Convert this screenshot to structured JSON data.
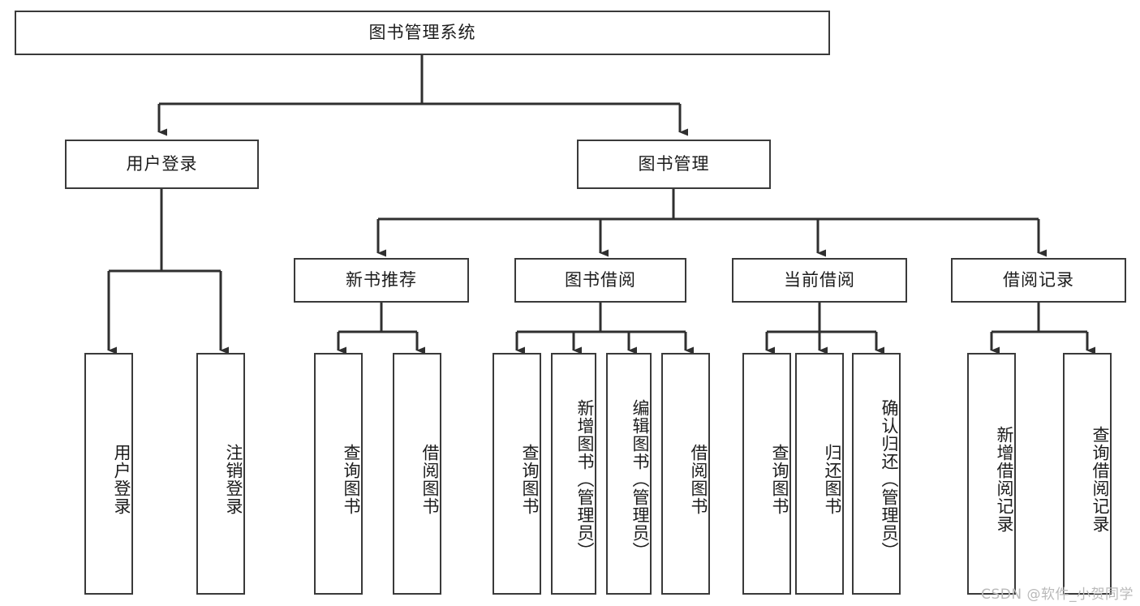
{
  "diagram": {
    "title": "图书管理系统",
    "type": "tree-hierarchy-diagram",
    "colors": {
      "box_border": "#3a3a3a",
      "box_fill": "#ffffff",
      "line": "#2f2f2f",
      "text": "#1c1c1c",
      "watermark": "#b9b9b9"
    }
  },
  "root": {
    "label": "图书管理系统"
  },
  "level2": [
    {
      "label": "用户登录"
    },
    {
      "label": "图书管理"
    }
  ],
  "level3": [
    {
      "label": "新书推荐"
    },
    {
      "label": "图书借阅"
    },
    {
      "label": "当前借阅"
    },
    {
      "label": "借阅记录"
    }
  ],
  "leaves": {
    "user_login": [
      {
        "label": "用户登录"
      },
      {
        "label": "注销登录"
      }
    ],
    "new_book_recommend": [
      {
        "label": "查询图书"
      },
      {
        "label": "借阅图书"
      }
    ],
    "book_borrow": [
      {
        "label": "查询图书"
      },
      {
        "label": "新增图书（管理员）"
      },
      {
        "label": "编辑图书（管理员）"
      },
      {
        "label": "借阅图书"
      }
    ],
    "current_borrow": [
      {
        "label": "查询图书"
      },
      {
        "label": "归还图书"
      },
      {
        "label": "确认归还（管理员）"
      }
    ],
    "borrow_record": [
      {
        "label": "新增借阅记录"
      },
      {
        "label": "查询借阅记录"
      }
    ]
  },
  "watermark": {
    "text": "CSDN @软件_小贺同学"
  }
}
